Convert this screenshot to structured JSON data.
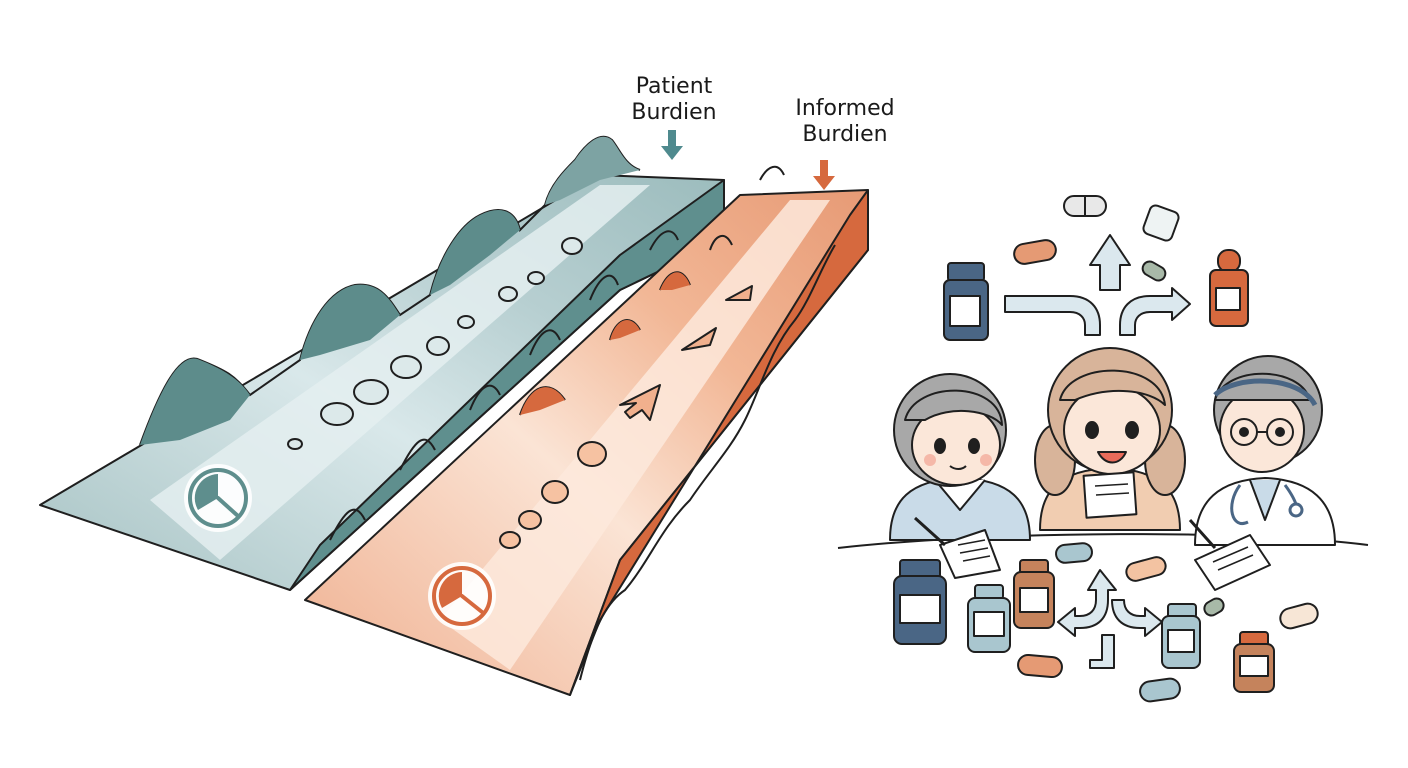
{
  "labels": {
    "patient_line1": "Patient",
    "patient_line2": "Burdien",
    "informed_line1": "Informed",
    "informed_line2": "Burdien"
  },
  "colors": {
    "teal_dark": "#5e8e8d",
    "teal_mid": "#8fb3b4",
    "teal_light": "#d7e6e8",
    "orange_dark": "#d6693e",
    "orange_mid": "#eba07f",
    "orange_light": "#fbe2d2",
    "outline": "#1f1f1f",
    "bottle_blue": "#4a6685",
    "bottle_teal": "#a9c6cf",
    "bottle_brown": "#c5835c",
    "arrow_fill": "#dbe8ee",
    "skin": "#fbe7d9",
    "hair_gray": "#a8a8a8",
    "hair_tan": "#d8b49a",
    "coat_blue": "#c9dbe8",
    "sweater": "#f1cdb1"
  },
  "icons": [
    "clock-icon",
    "clock-icon",
    "pill-icon",
    "medicine-bottle-icon",
    "split-arrow-icon",
    "stethoscope-icon"
  ]
}
